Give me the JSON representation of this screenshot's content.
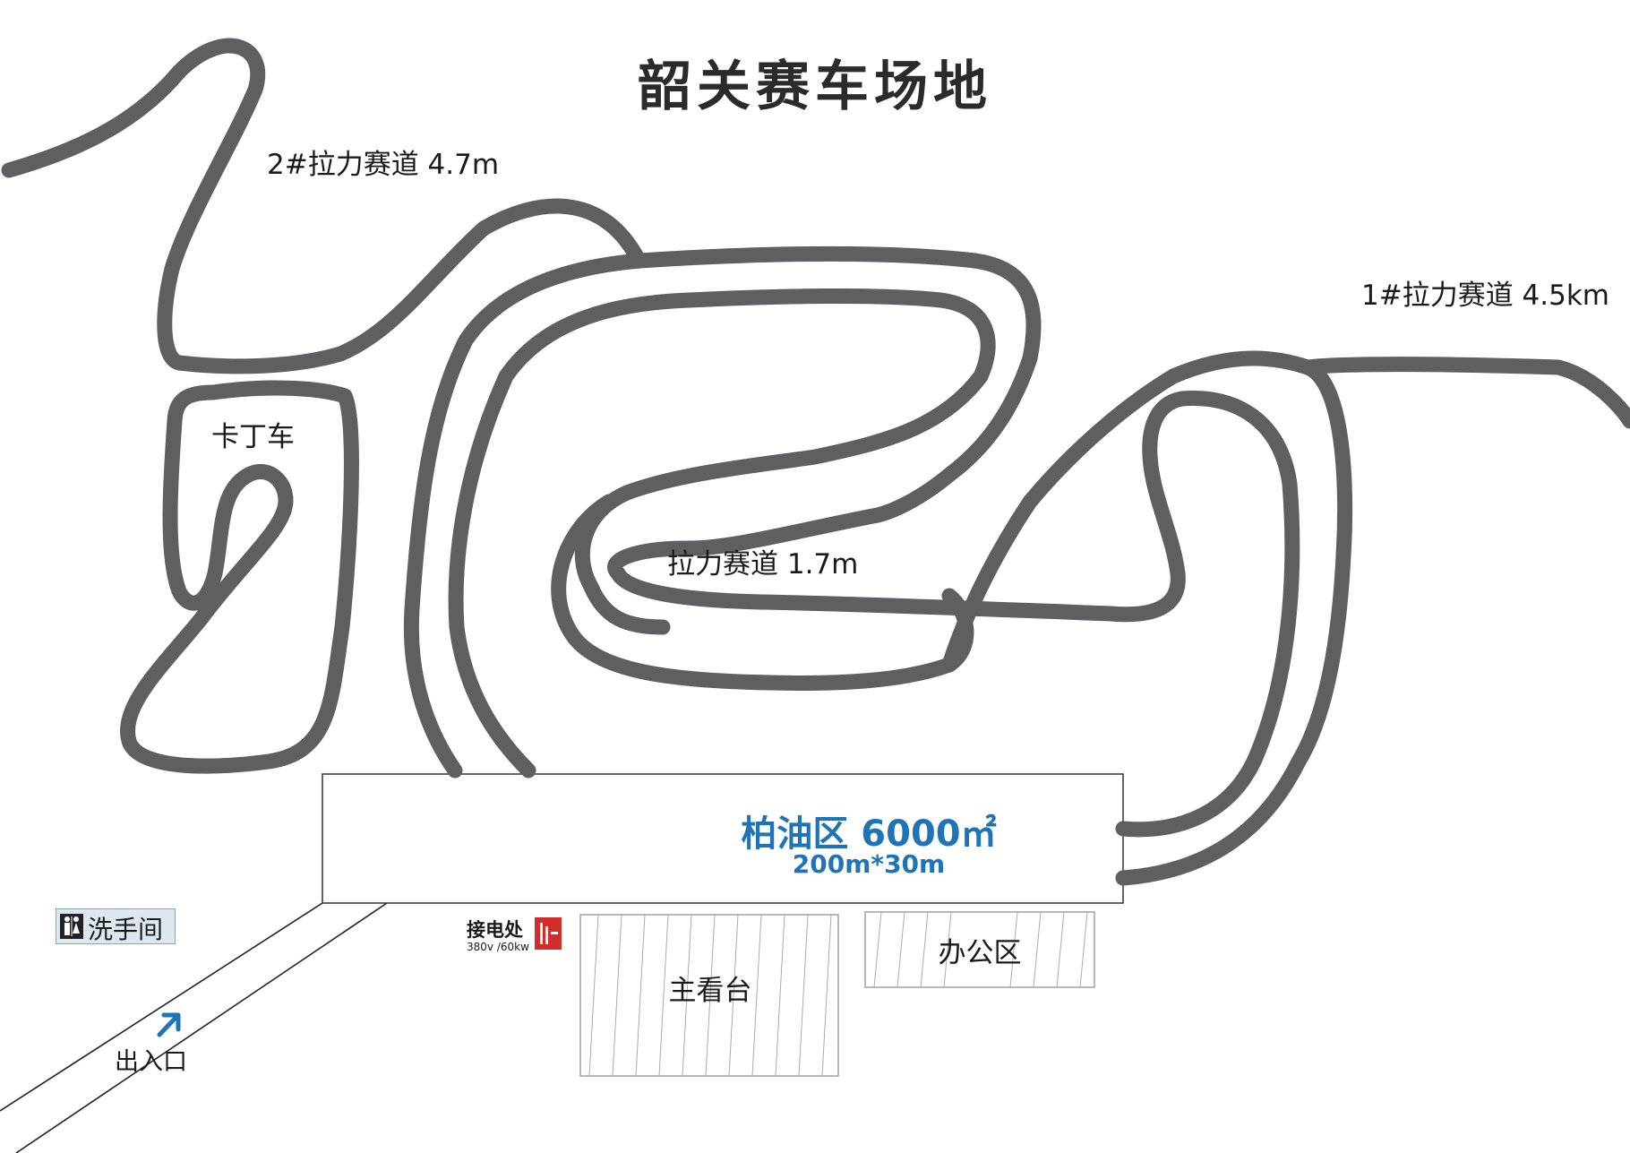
{
  "title": "韶关赛车场地",
  "tracks": {
    "rally2": "2#拉力赛道 4.7m",
    "rally1": "1#拉力赛道 4.5km",
    "rally_inner": "拉力赛道 1.7m",
    "kart": "卡丁车"
  },
  "asphalt": {
    "name": "柏油区 6000㎡",
    "size": "200m*30m"
  },
  "power": {
    "title": "接电处",
    "spec": "380v /60kw",
    "icon": "power-panel-icon"
  },
  "grandstand": "主看台",
  "office": "办公区",
  "restroom": {
    "label": "洗手间",
    "icon": "restroom-icon"
  },
  "entrance": {
    "label": "出入口",
    "icon": "entrance-arrow-icon"
  },
  "colors": {
    "track": "#5f5f61",
    "asphalt_text": "#1f73b7",
    "power_red": "#d42b2b",
    "restroom_bg": "#dde7ee"
  }
}
